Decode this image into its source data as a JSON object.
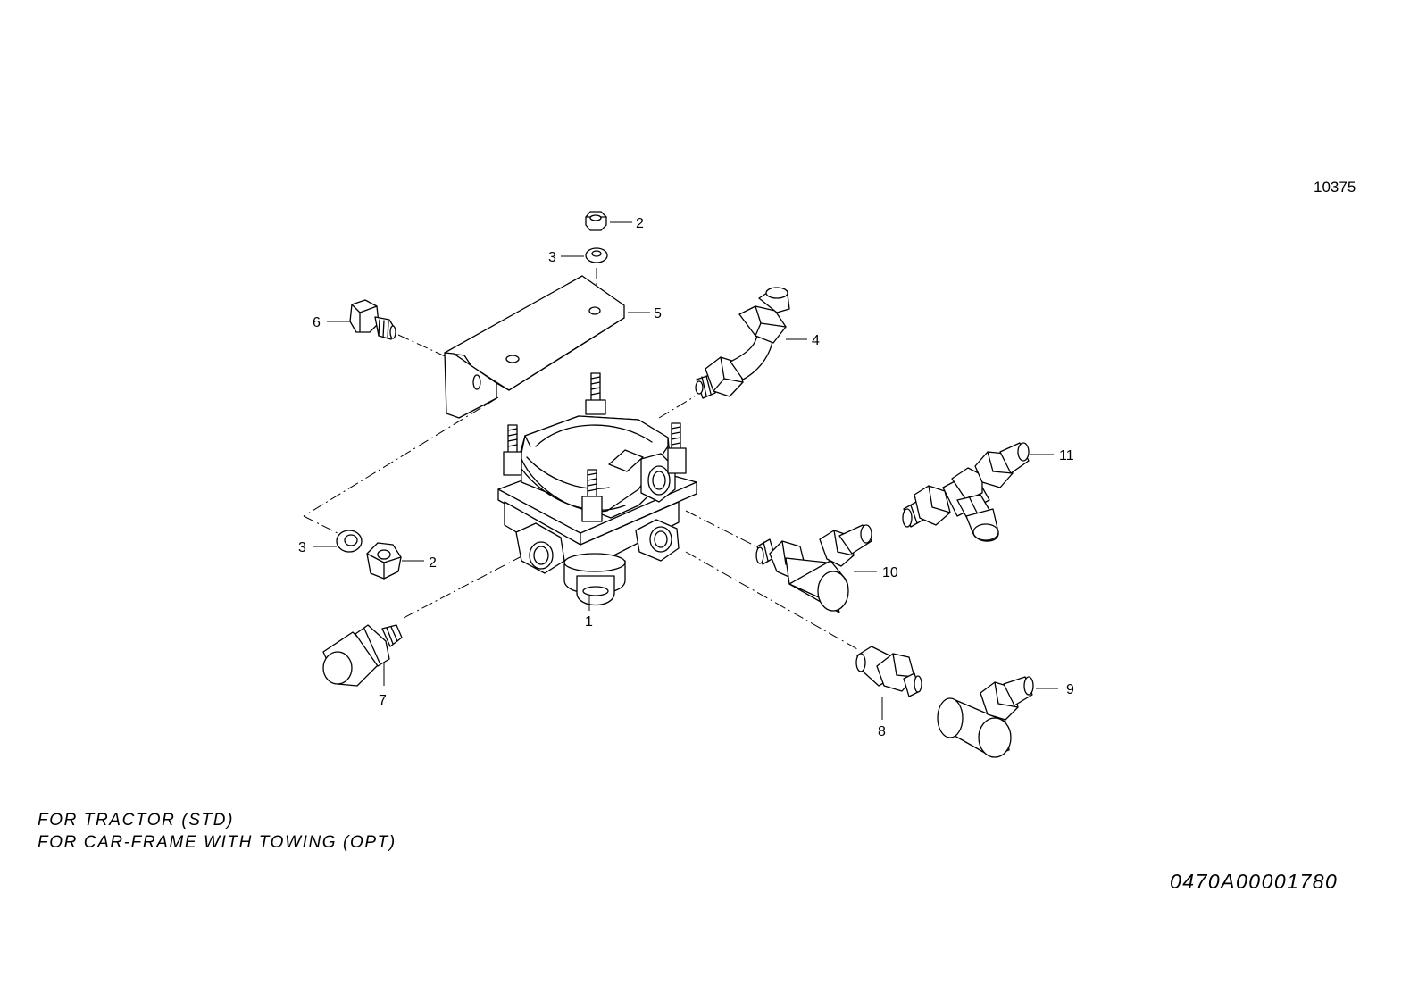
{
  "sheet": {
    "page_code": "10375",
    "notes": [
      "FOR TRACTOR (STD)",
      "FOR CAR-FRAME WITH TOWING (OPT)"
    ],
    "drawing_number": "0470A00001780"
  },
  "callouts": {
    "body": "1",
    "nut_top": "2",
    "nut_left": "2",
    "washer_top": "3",
    "washer_left": "3",
    "elbow_fitting": "4",
    "bracket": "5",
    "bolt": "6",
    "plug": "7",
    "connector": "8",
    "elbow_large": "9",
    "elbow_mid": "10",
    "tee_fitting": "11"
  }
}
